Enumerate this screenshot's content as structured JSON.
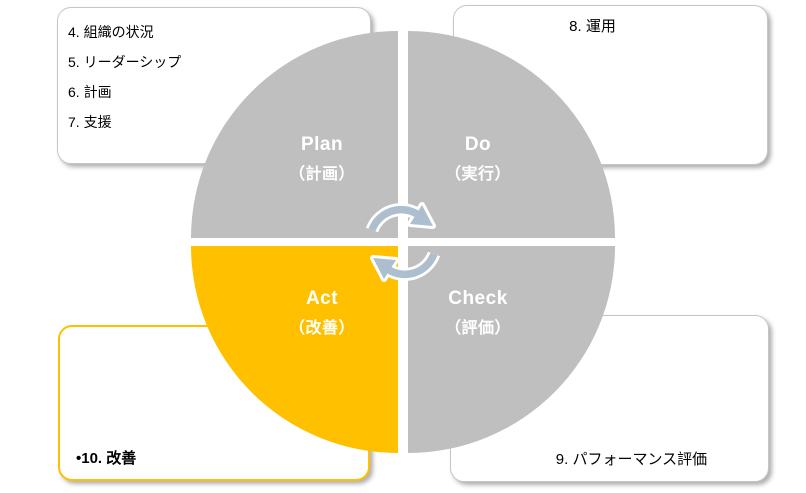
{
  "colors": {
    "background": "#ffffff",
    "quadrant_gray": "#bfbfbf",
    "accent_yellow": "#ffc000",
    "arrow_blue": "#adbfcf",
    "label_white": "#ffffff",
    "box_text": "#000000",
    "box_border_gray": "#c6c6c6"
  },
  "icons": {
    "center": "cycle-clockwise-arrows-icon"
  },
  "quadrants": {
    "plan": {
      "en": "Plan",
      "ja": "（計画）"
    },
    "do": {
      "en": "Do",
      "ja": "（実行）"
    },
    "check": {
      "en": "Check",
      "ja": "（評価）"
    },
    "act": {
      "en": "Act",
      "ja": "（改善）"
    }
  },
  "boxes": {
    "top_left": {
      "items": [
        "4. 組織の状況",
        "5. リーダーシップ",
        "6. 計画",
        "7. 支援"
      ]
    },
    "top_right": {
      "label": "8. 運用"
    },
    "bottom_left": {
      "label": "•10. 改善"
    },
    "bottom_right": {
      "label": "9. パフォーマンス評価"
    }
  }
}
